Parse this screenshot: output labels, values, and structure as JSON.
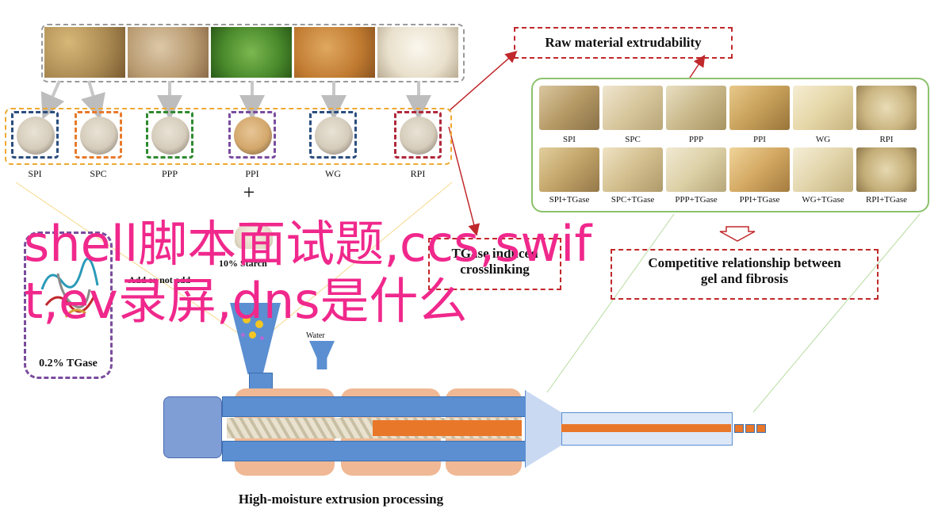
{
  "powders": {
    "spi": "SPI",
    "spc": "SPC",
    "ppp": "PPP",
    "ppi": "PPI",
    "wg": "WG",
    "rpi": "RPI"
  },
  "plus_sign": "+",
  "starch_label": "10% Starch",
  "add_label": "Add or not add",
  "tgase_label": "0.2% TGase",
  "water_label": "Water",
  "raw_material_title": "Raw material extrudability",
  "samples_top": {
    "spi": "SPI",
    "spc": "SPC",
    "ppp": "PPP",
    "ppi": "PPI",
    "wg": "WG",
    "rpi": "RPI"
  },
  "samples_bottom": {
    "spi": "SPI+TGase",
    "spc": "SPC+TGase",
    "ppp": "PPP+TGase",
    "ppi": "PPI+TGase",
    "wg": "WG+TGase",
    "rpi": "RPI+TGase"
  },
  "crosslinking_line1": "TGase induced",
  "crosslinking_line2": "crosslinking",
  "competitive_line1": "Competitive relationship between",
  "competitive_line2": "gel and fibrosis",
  "process_label": "High-moisture extrusion processing",
  "overlay_text": "shell脚本面试题,ccs,swift,ev录屏,dns是什么",
  "colors": {
    "overlay": "#f0288c",
    "orange_frame": "#f0a830",
    "red_frame": "#c0282c",
    "green_frame": "#8cc26c",
    "extruder_blue": "#5b8fd1",
    "extruder_orange": "#f0b894"
  }
}
